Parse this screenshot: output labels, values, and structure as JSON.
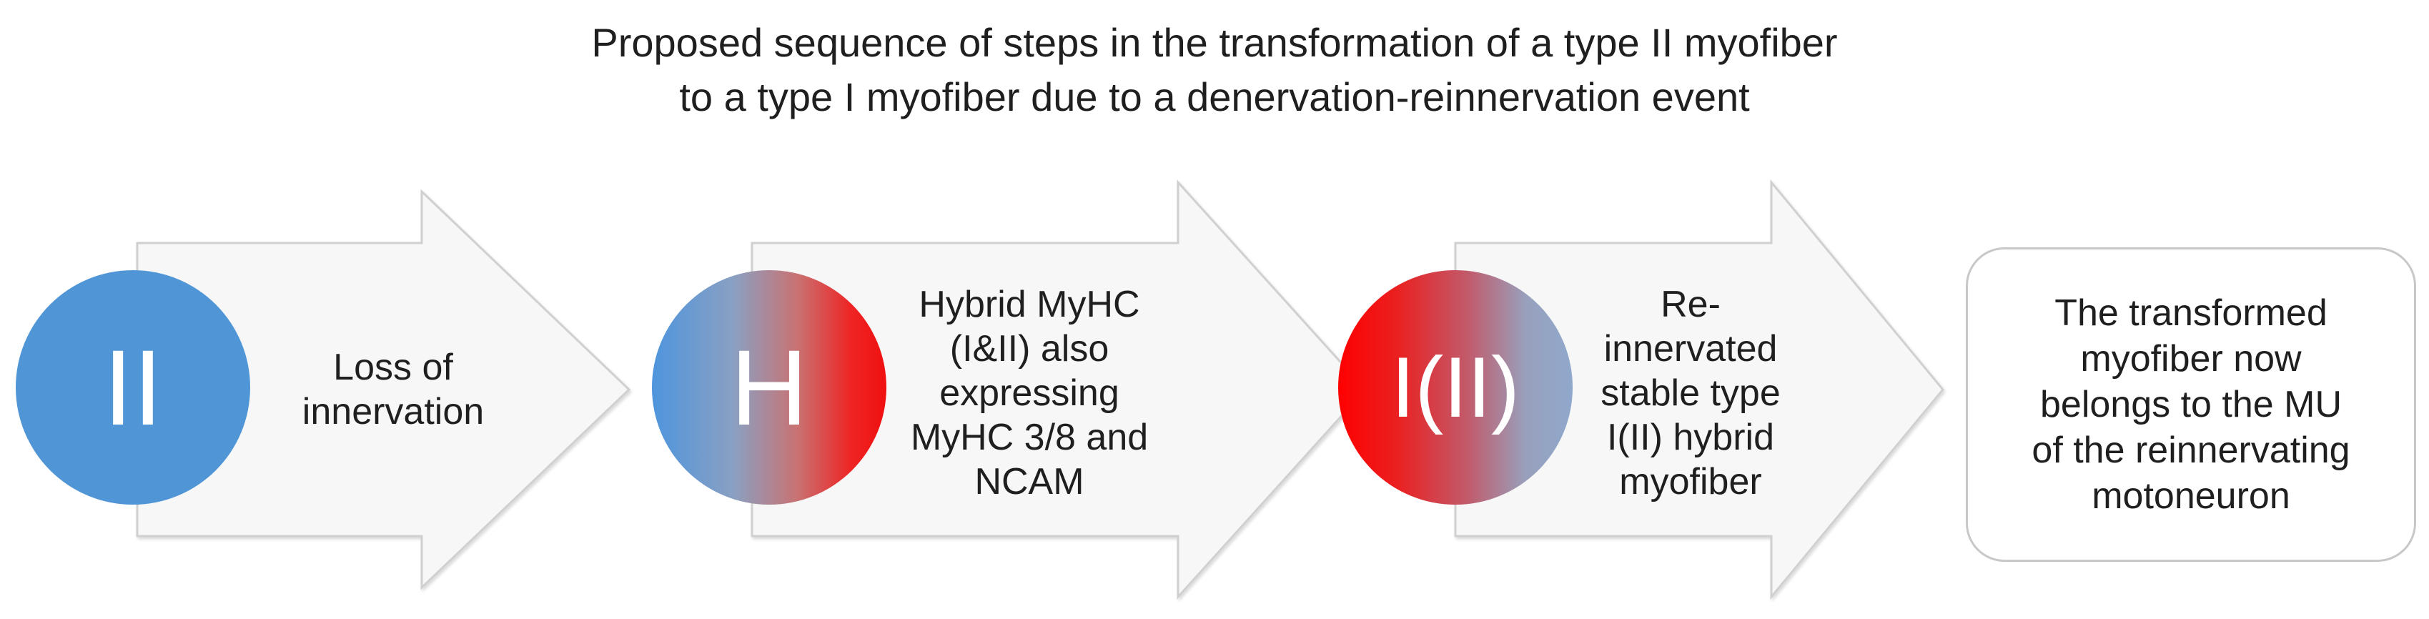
{
  "title": {
    "line1": "Proposed sequence of steps in the transformation of a type II myofiber",
    "line2": "to a type I myofiber due to a denervation-reinnervation event"
  },
  "steps": [
    {
      "circle_label": "II",
      "circle_color": "#5096d6",
      "text_lines": [
        "Loss of",
        "innervation"
      ]
    },
    {
      "circle_label": "H",
      "circle_gradient": [
        "#4e95dd",
        "#f01010"
      ],
      "text_lines": [
        "Hybrid MyHC",
        "(I&II) also",
        "expressing",
        "MyHC 3/8 and",
        "NCAM"
      ]
    },
    {
      "circle_label": "I(II)",
      "circle_gradient": [
        "#ff0000",
        "#8fa8cc"
      ],
      "text_lines": [
        "Re-",
        "innervated",
        "stable type",
        "I(II) hybrid",
        "myofiber"
      ]
    }
  ],
  "final_box": {
    "text_lines": [
      "The transformed",
      "myofiber now",
      "belongs to the MU",
      "of the reinnervating",
      "motoneuron"
    ]
  },
  "colors": {
    "arrow_fill": "#f7f7f7",
    "arrow_stroke": "#d0d0d0",
    "text": "#1f1f1f"
  }
}
